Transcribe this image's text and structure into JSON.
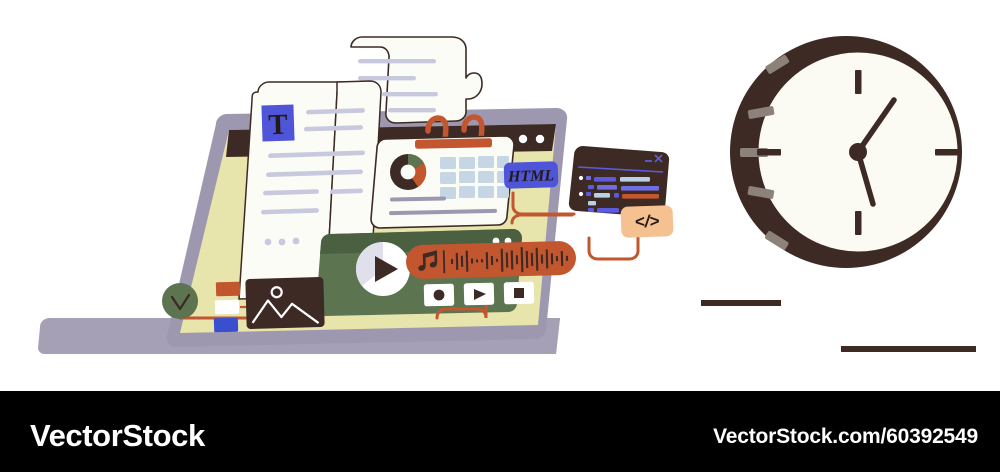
{
  "footer": {
    "brand": "VectorStock",
    "url": "VectorStock.com/60392549"
  },
  "illustration": {
    "title": "content-creation-workflow",
    "laptop": {
      "screen_label": "laptop-screen",
      "screen_color": "#e7e4ac",
      "bezel_color": "#9d98b0",
      "titlebar_color": "#3d2a24",
      "base_color": "#a6a0b6"
    },
    "text_document": {
      "icon_letter": "T",
      "icon_color": "#4f55d8",
      "line_color": "#c8c9de",
      "paper_color": "#fcfcf7",
      "dots": 3
    },
    "scroll_document": {
      "paper_color": "#fcfcf7",
      "line_color": "#c8c9de",
      "lines": 4
    },
    "dashboard_card": {
      "binder_color": "#c2562f",
      "donut_segments": [
        {
          "name": "dark",
          "color": "#3d2a24",
          "share": 58
        },
        {
          "name": "green",
          "color": "#5c7550",
          "share": 22
        },
        {
          "name": "orange",
          "color": "#c2562f",
          "share": 20
        }
      ],
      "grid_color": "#c6d6e4",
      "grid_cols": 4,
      "grid_rows": 3,
      "caption_lines": 2
    },
    "video_player": {
      "window_color": "#5c7550",
      "header_color": "#4a6040",
      "play_button_color": "#ffffff",
      "play_icon_color": "#3d2a24",
      "dots": 2
    },
    "audio_bar": {
      "color": "#c2562f",
      "note_icon": "music-note",
      "wave_bar_count": 26
    },
    "media_controls": [
      {
        "name": "record",
        "glyph": "circle"
      },
      {
        "name": "play",
        "glyph": "triangle"
      },
      {
        "name": "stop",
        "glyph": "square"
      }
    ],
    "image_placeholder": {
      "color": "#3d2a24",
      "icon": "mountain-sun"
    },
    "swatches": [
      {
        "name": "orange",
        "color": "#c2562f"
      },
      {
        "name": "white",
        "color": "#ffffff"
      },
      {
        "name": "blue",
        "color": "#3a4ed0"
      }
    ],
    "check_badge": {
      "color": "#5c7550",
      "icon": "check-mark"
    },
    "html_badge": {
      "label": "HTML",
      "bg": "#4f55d8",
      "fg": "#231a17"
    },
    "code_badge": {
      "label": "</>",
      "bg": "#f6c190",
      "fg": "#231a17"
    },
    "code_window": {
      "bg": "#3d2a24",
      "minimize_glyph": "_",
      "close_glyph": "×",
      "control_color": "#5b5ae0",
      "code_lines": [
        {
          "tokens": [
            "#ffffff",
            "#6f6fe0",
            "#5b5ae0",
            "#b8d0e8"
          ]
        },
        {
          "tokens": [
            "#5b5ae0",
            "#6f6fe0",
            "#6f6fe0"
          ]
        },
        {
          "tokens": [
            "#ffffff",
            "#5b5ae0",
            "#b8d0e8",
            "#5b5ae0",
            "#c2562f"
          ]
        },
        {
          "tokens": [
            "#b8d0e8"
          ]
        },
        {
          "tokens": [
            "#ffffff",
            "#5b5ae0",
            "#5b5ae0"
          ]
        },
        {
          "tokens": [
            "#ffffff",
            "#5b5ae0",
            "#b8d0e8",
            "#5b5ae0",
            "#c2562f"
          ]
        }
      ]
    },
    "connectors": {
      "color": "#c2562f",
      "count": 5
    }
  },
  "clock": {
    "name": "wall-clock",
    "rim_color": "#3d2a24",
    "face_color": "#fbfaf3",
    "highlight_color": "#8d8279",
    "hour_markers": [
      12,
      3,
      6,
      9
    ],
    "hands": {
      "hour": "1",
      "minute": "5"
    },
    "highlight_dashes": 5
  },
  "decor_lines": [
    {
      "name": "decor-line-left",
      "color": "#3d2a24"
    },
    {
      "name": "decor-line-right",
      "color": "#3d2a24"
    }
  ]
}
